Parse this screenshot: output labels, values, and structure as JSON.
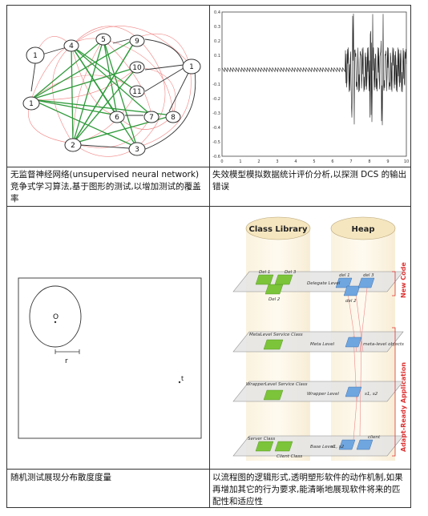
{
  "captions": {
    "neural_network": "无监督神经网络(unsupervised neural network) 竞争式学习算法,基于图形的测试,以增加测试的覆盖率",
    "failure_model": "失效模型模拟数据统计评价分析,以探测 DCS 的输出错误",
    "random_test": "随机测试展现分布散度度量",
    "flowchart": "以流程图的逻辑形式,透明塑形软件的动作机制,如果再增加其它的行为要求,能清晰地展现软件将来的匹配性和适应性"
  },
  "network_nodes": [
    "1",
    "4",
    "5",
    "9",
    "10",
    "11",
    "6",
    "7",
    "8",
    "1",
    "2",
    "3",
    "1"
  ],
  "signal_plot": {
    "y_ticks": [
      "0.4",
      "0.3",
      "0.2",
      "0.1",
      "0",
      "-0.1",
      "-0.2",
      "-0.3",
      "-0.4",
      "-0.5",
      "-0.6"
    ],
    "x_ticks": [
      "0",
      "1",
      "2",
      "3",
      "4",
      "5",
      "6",
      "7",
      "8",
      "9",
      "10"
    ]
  },
  "dispersion": {
    "center_label": "O",
    "radius_label": "r",
    "point_label": "t"
  },
  "architecture": {
    "col_left": "Class Library",
    "col_right": "Heap",
    "levels": [
      "Delegate Level",
      "Meta Level",
      "Wrapper Level",
      "Base Level"
    ],
    "left_items": [
      [
        "Del 1",
        "Del 2",
        "Del 3"
      ],
      [
        "MetaLevel Service Class"
      ],
      [
        "WrapperLevel Service Class"
      ],
      [
        "Server Class",
        "Client Class"
      ]
    ],
    "right_items": [
      [
        "del 1",
        "del 2",
        "del 3"
      ],
      [
        "meta-level objects"
      ],
      [
        "s1, s2"
      ],
      [
        "s1, s2",
        "client"
      ]
    ],
    "side_new": "New Code",
    "side_adapt": "Adapt-Ready Application"
  }
}
